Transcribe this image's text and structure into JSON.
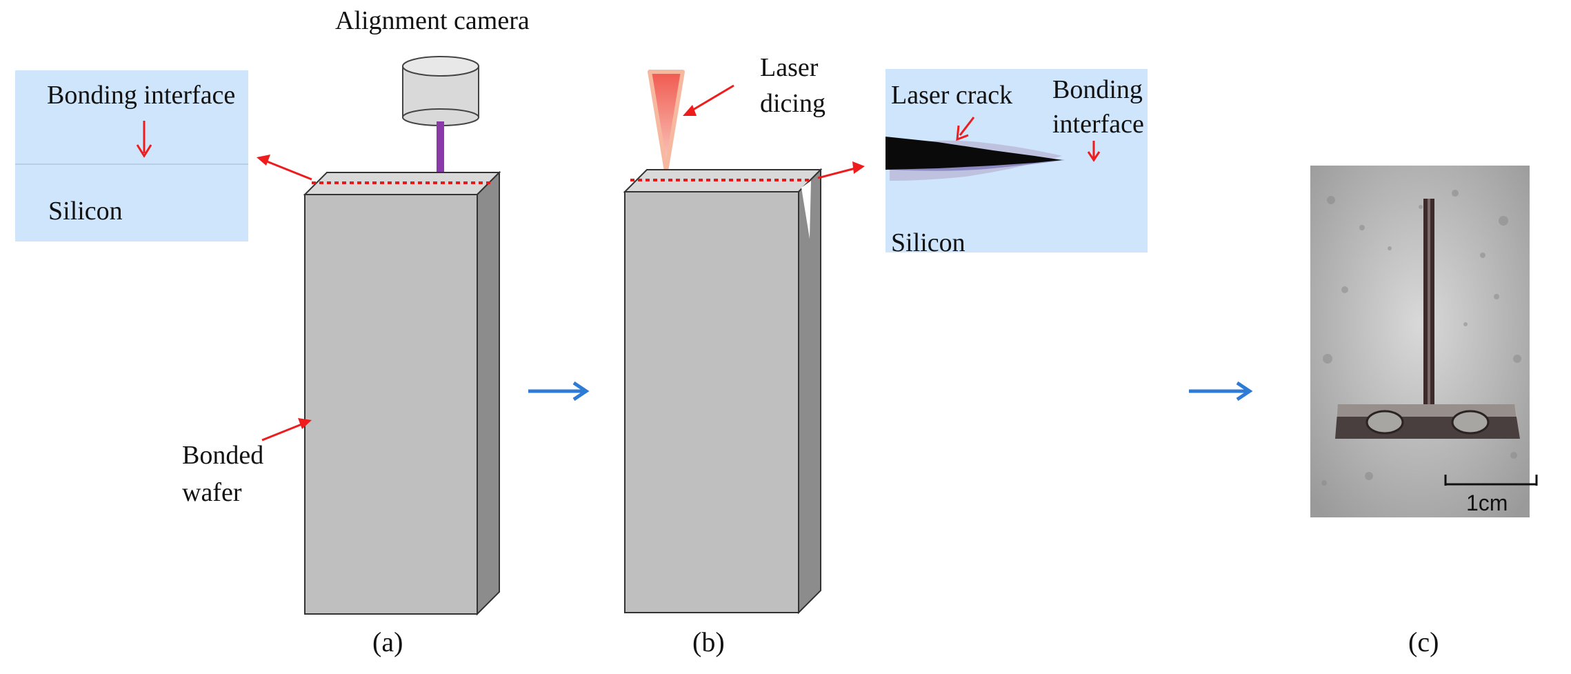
{
  "labels": {
    "alignment_camera": "Alignment camera",
    "laser_dicing_line1": "Laser",
    "laser_dicing_line2": "dicing",
    "bonded_wafer_line1": "Bonded",
    "bonded_wafer_line2": "wafer",
    "panel_a": "(a)",
    "panel_b": "(b)",
    "panel_c": "(c)"
  },
  "inset_a": {
    "bonding_interface": "Bonding interface",
    "silicon": "Silicon"
  },
  "inset_b": {
    "laser_crack": "Laser crack",
    "bonding_interface_line1": "Bonding",
    "bonding_interface_line2": "interface",
    "silicon": "Silicon"
  },
  "photo": {
    "scale_bar": "1cm"
  },
  "colors": {
    "wafer_front": "#bfbfbf",
    "wafer_side": "#8c8c8c",
    "wafer_top": "#d9d9d9",
    "inset_bg": "#cfe5fb",
    "annotation_arrow": "#ee1c1c",
    "flow_arrow": "#2e7bd6",
    "camera_beam": "#8a3aa8",
    "laser_beam": "#f07a70"
  }
}
